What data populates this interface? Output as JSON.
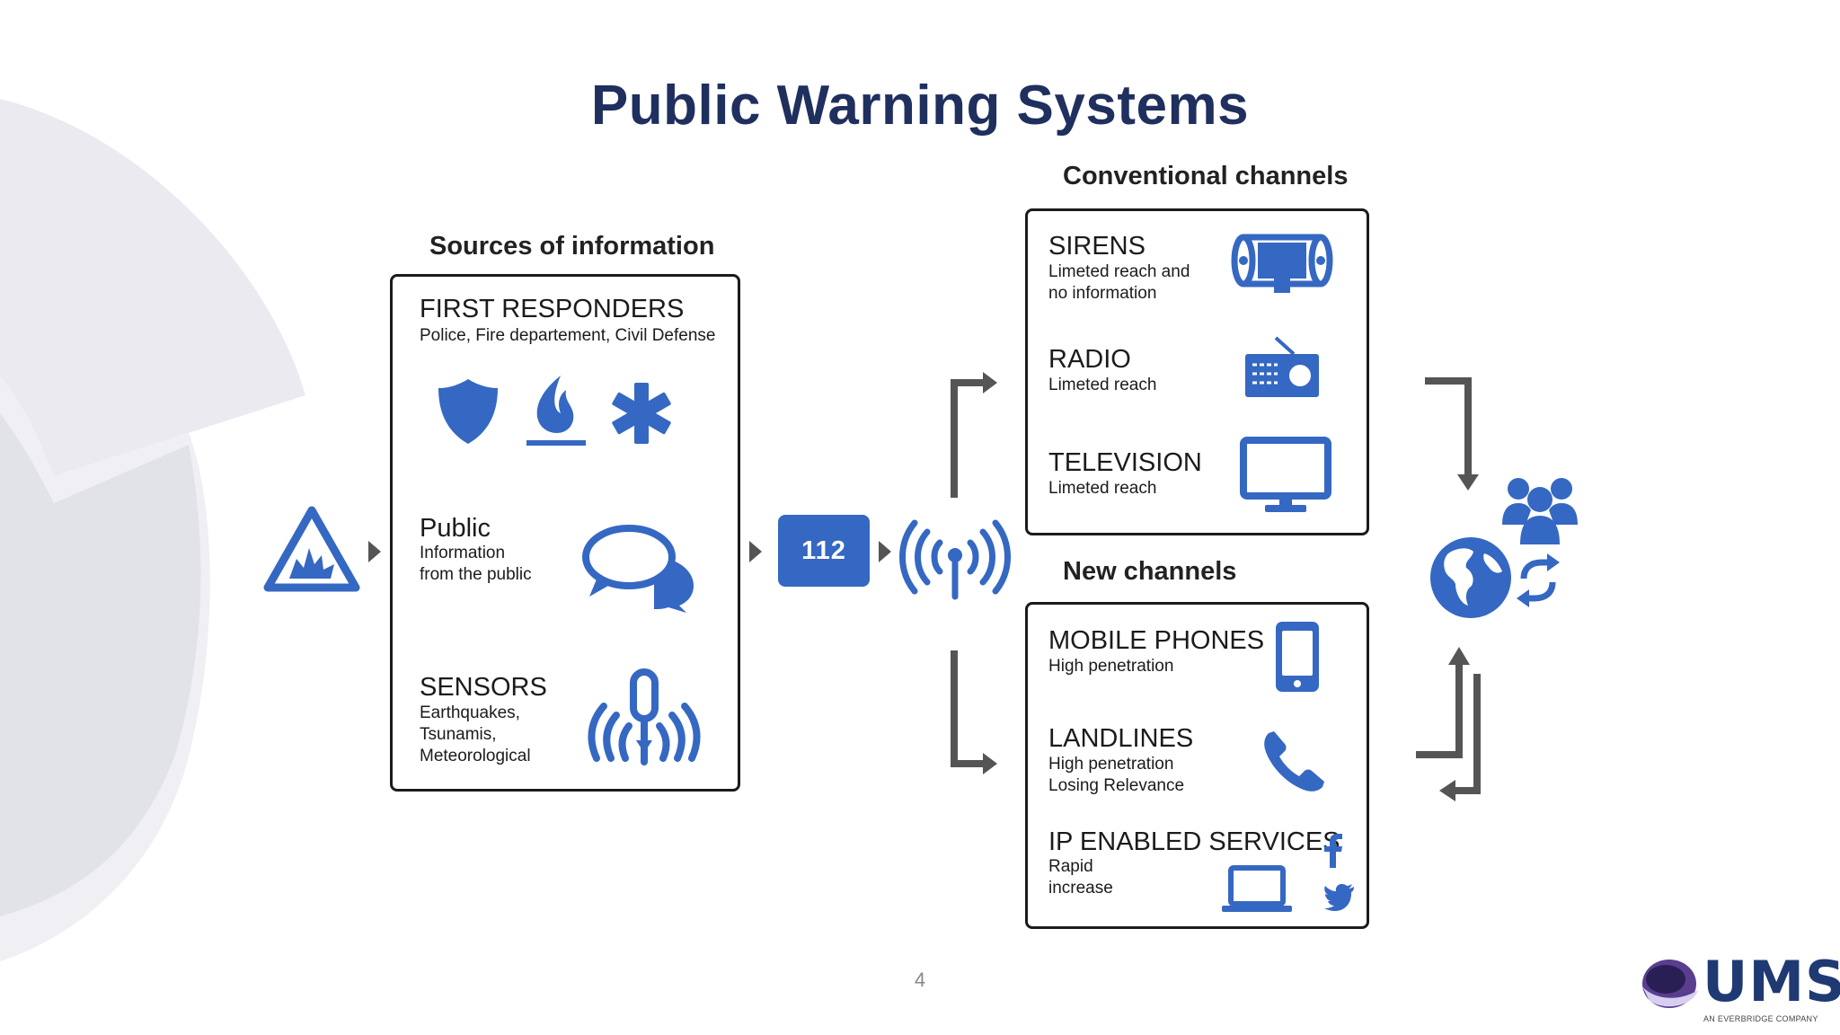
{
  "slide": {
    "title": "Public Warning Systems",
    "page_number": "4"
  },
  "sources": {
    "heading": "Sources of information",
    "items": [
      {
        "title": "FIRST RESPONDERS",
        "subtitle_lines": [
          "Police, Fire departement, Civil Defense"
        ],
        "icons": [
          "shield-icon",
          "fire-icon",
          "medical-star-icon"
        ]
      },
      {
        "title": "Public",
        "subtitle_lines": [
          "Information",
          "from the public"
        ],
        "icons": [
          "speech-bubbles-icon"
        ]
      },
      {
        "title": "SENSORS",
        "subtitle_lines": [
          "Earthquakes,",
          "Tsunamis,",
          "Meteorological"
        ],
        "icons": [
          "sensor-waves-icon"
        ]
      }
    ]
  },
  "hub": {
    "label": "112"
  },
  "conventional": {
    "heading": "Conventional channels",
    "items": [
      {
        "title": "SIRENS",
        "subtitle_lines": [
          "Limeted reach and",
          "no information"
        ],
        "icon": "siren-icon"
      },
      {
        "title": "RADIO",
        "subtitle_lines": [
          "Limeted reach"
        ],
        "icon": "radio-icon"
      },
      {
        "title": "TELEVISION",
        "subtitle_lines": [
          "Limeted reach"
        ],
        "icon": "monitor-icon"
      }
    ]
  },
  "new_channels": {
    "heading": "New channels",
    "items": [
      {
        "title": "MOBILE PHONES",
        "subtitle_lines": [
          "High penetration"
        ],
        "icon": "mobile-phone-icon"
      },
      {
        "title": "LANDLINES",
        "subtitle_lines": [
          "High penetration",
          "Losing Relevance"
        ],
        "icon": "phone-handset-icon"
      },
      {
        "title": "IP ENABLED SERVICES",
        "subtitle_lines": [
          "Rapid",
          "increase"
        ],
        "icons": [
          "laptop-icon",
          "facebook-icon",
          "twitter-icon"
        ]
      }
    ]
  },
  "logo": {
    "name": "UMS",
    "tagline": "AN EVERBRIDGE COMPANY"
  },
  "colors": {
    "icon_blue": "#3568c2",
    "title_navy": "#1f2f5e",
    "arrow_gray": "#555555"
  }
}
